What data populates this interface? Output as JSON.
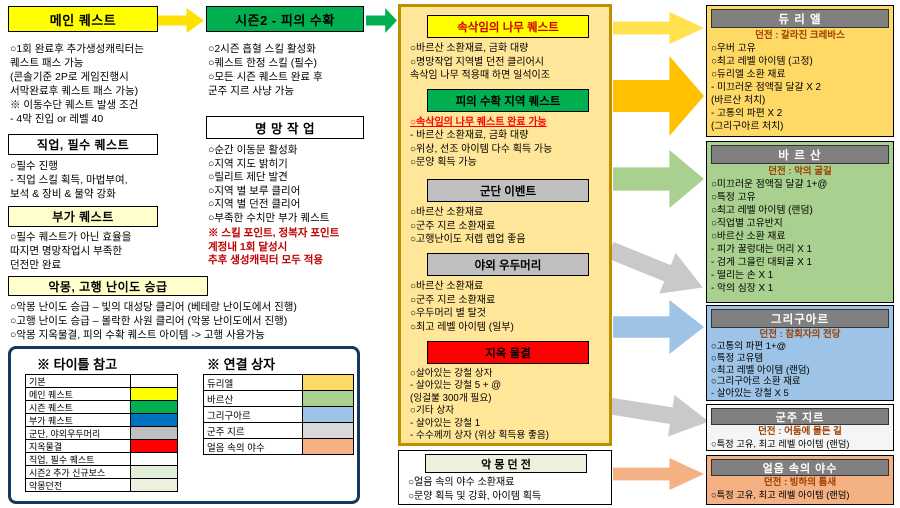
{
  "left": {
    "main_quest": {
      "title": "메인 퀘스트",
      "bg": "#ffff00",
      "lines": [
        "○1회 완료후 추가생성캐릭터는",
        "   퀘스트 패스 가능",
        "   (콘솔기준 2P로 게임진행시",
        "   서막완료후 퀘스트 패스 가능)",
        "※ 이동수단 퀘스트 발생 조건",
        "   - 4막 진입 or 레벨 40"
      ]
    },
    "class_quest": {
      "title": "직업, 필수 퀘스트",
      "bg": "#ffffff",
      "lines": [
        "○필수 진행",
        " - 직업 스킬 획득, 마법부여,",
        "   보석 & 장비 & 물약 강화"
      ]
    },
    "sub_quest": {
      "title": "부가 퀘스트",
      "bg": "#ffffcc",
      "lines": [
        "○필수 퀘스트가 아닌 효율을",
        "  따지면 명망작업시 부족한",
        "  던전만 완료"
      ]
    },
    "difficulty": {
      "title": "악몽, 고행 난이도 승급",
      "bg": "#ffffcc",
      "lines": [
        "○악몽 난이도 승급 – 빛의 대성당 클리어 (베테랑 난이도에서 진행)",
        "○고행 난이도 승급 – 몰락한 사원 클리어 (악몽 난이도에서 진행)",
        "○악몽 지옥물결, 피의 수확 퀘스트 아이템 -> 고행 사용가능"
      ]
    }
  },
  "season": {
    "title": "시즌2 - 피의 수확",
    "bg": "#00b050",
    "lines": [
      "○2시즌 흡혈 스킬 활성화",
      "○퀘스트 한정 스킬 (필수)",
      "○모든 시즌 퀘스트 완료 후",
      "   군주 지르 사냥 가능"
    ],
    "renown": {
      "title": "명 망 작 업",
      "lines": [
        "○순간 이동문 활성화",
        "○지역 지도 밝히기",
        "○릴리트 제단 발견",
        "○지역 별 보루 클리어",
        "○지역 별 던전 클리어",
        "○부족한 수치만 부가 퀘스트"
      ],
      "note": [
        "※ 스킬 포인트, 정복자 포인트",
        "    계정내 1회 달성시",
        "    추후 생성캐릭터 모두 적용"
      ]
    }
  },
  "middle": {
    "whisper": {
      "title": "속삭임의 나무 퀘스트",
      "bg": "#ffff00",
      "lines": [
        "○바르산 소환재료, 금화 대량",
        "○명망작업 지역별 던전 클리어시",
        "   속삭임 나무 적용때 하면 일석이조"
      ]
    },
    "harvest": {
      "title": "피의 수확 지역 퀘스트",
      "bg": "#00b050",
      "highlight": "○속삭임의 나무 퀘스트 완료 가능",
      "lines": [
        " - 바르산 소환재료, 금화 대량",
        "○위상, 선조 아이템 다수 획득 가능",
        "○문양 획득 가능"
      ]
    },
    "legion": {
      "title": "군단 이벤트",
      "bg": "#bfbfbf",
      "lines": [
        "○바르산 소환재료",
        "○군주 지르 소환재료",
        "○고행난이도 저렙 렙업 좋음"
      ]
    },
    "world_boss": {
      "title": "야외 우두머리",
      "bg": "#bfbfbf",
      "lines": [
        "○바르산 소환재료",
        "○군주 지르 소환재료",
        "○우두머리 별 탈것",
        "○최고 레벨 아이템 (일부)"
      ]
    },
    "helltide": {
      "title": "지옥 물결",
      "bg": "#ff0000",
      "lines": [
        "○살아있는 강철 상자",
        " - 살아있는 강철 5 + @",
        "   (잉걸불 300개 필요)",
        "○기타 상자",
        " - 살아있는 강철 1",
        " - 수수께끼 상자 (위상 획득용 좋음)"
      ]
    },
    "nightmare_dungeon": {
      "title": "악 몽 던 전",
      "bg": "#ebf1dd",
      "lines": [
        "○얼음 속의 야수 소환재료",
        "○문양 획득 및 강화, 아이템 획득"
      ]
    }
  },
  "right": {
    "duriel": {
      "title": "듀 리 엘",
      "subtitle": "던전 : 갈라진 크레바스",
      "bg": "#ffd966",
      "lines": [
        "○우버 고유",
        "○최고 레벨 아이템 (고정)",
        "○듀리엘 소환 재료",
        " - 미끄러운 점액질 달걀 X 2",
        "    (바르산 처치)",
        " - 고통의 파편 X 2",
        "    (그리구아르 처치)"
      ]
    },
    "varshan": {
      "title": "바 르 산",
      "subtitle": "던전 : 악의 굴길",
      "bg": "#a9d08e",
      "lines": [
        "○미끄러운 점액질 달걀 1+@",
        "○특정 고유",
        "○최고 레벨 아이템 (랜덤)",
        "○직업별 고유반지",
        "○바르산 소환 재료",
        " - 피가 꿀렁대는 머리 X 1",
        " - 검게 그을린 대퇴골 X 1",
        " - 떨리는 손 X 1",
        " - 악의 심장 X 1"
      ]
    },
    "grigoire": {
      "title": "그리구아르",
      "subtitle": "던전 : 참회자의 전당",
      "bg": "#9dc3e6",
      "lines": [
        "○고통의 파편 1+@",
        "○특정 고유템",
        "○최고 레벨 아이템 (랜덤)",
        "○그리구아르 소환 재료",
        " - 살아있는 강철 X 5"
      ]
    },
    "zir": {
      "title": "군주 지르",
      "subtitle": "던전 : 어둠에 물든 길",
      "bg": "#f5f5f5",
      "lines": [
        "○특정 고유, 최고 레벨 아이템 (랜덤)"
      ]
    },
    "beast": {
      "title": "얼음 속의 야수",
      "subtitle": "던전 : 빙하의 틈새",
      "bg": "#f4b183",
      "lines": [
        "○특정 고유, 최고 레벨 아이템 (랜덤)"
      ]
    }
  },
  "legend": {
    "title_ref": {
      "heading": "※ 타이틀 참고",
      "rows": [
        {
          "label": "기본",
          "color": "#ffffff"
        },
        {
          "label": "메인 퀘스트",
          "color": "#ffff00"
        },
        {
          "label": "시즌 퀘스트",
          "color": "#00b050"
        },
        {
          "label": "부가 퀘스트",
          "color": "#0070c0"
        },
        {
          "label": "군단, 야외우두머리",
          "color": "#bfbfbf"
        },
        {
          "label": "지옥물결",
          "color": "#ff0000"
        },
        {
          "label": "직업, 필수 퀘스트",
          "color": "#ffffff"
        },
        {
          "label": "시즌2 추가 신규보스",
          "color": "#e2efda"
        },
        {
          "label": "악몽던전",
          "color": "#ebf1dd"
        }
      ]
    },
    "link_ref": {
      "heading": "※ 연결 상자",
      "rows": [
        {
          "label": "듀리엘",
          "color": "#ffd966"
        },
        {
          "label": "바르산",
          "color": "#a9d08e"
        },
        {
          "label": "그리구아르",
          "color": "#9dc3e6"
        },
        {
          "label": "군주 지르",
          "color": "#d9d9d9"
        },
        {
          "label": "얼음 속의 야수",
          "color": "#f4b183"
        }
      ]
    }
  }
}
